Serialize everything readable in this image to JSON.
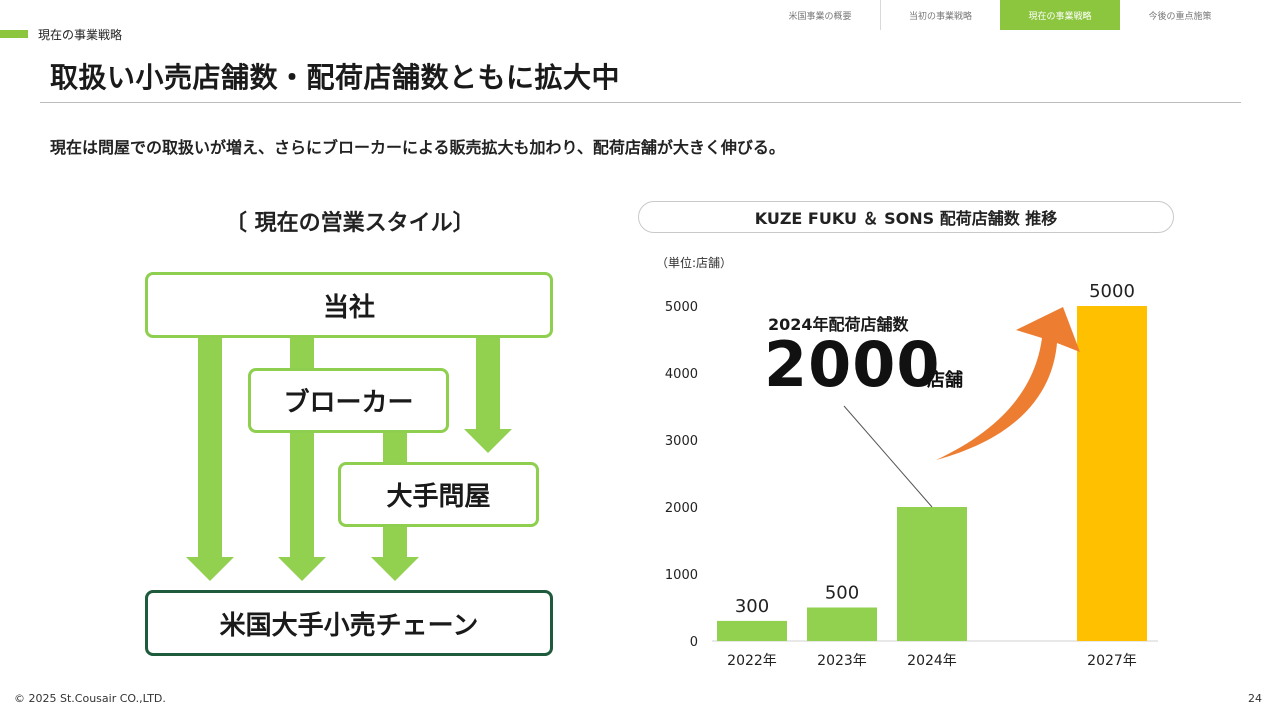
{
  "nav": {
    "tabs": [
      {
        "label": "米国事業の概要",
        "active": false
      },
      {
        "label": "当初の事業戦略",
        "active": false
      },
      {
        "label": "現在の事業戦略",
        "active": true
      },
      {
        "label": "今後の重点施策",
        "active": false
      }
    ]
  },
  "section_label": "現在の事業戦略",
  "page_title": "取扱い小売店舗数・配荷店舗数ともに拡大中",
  "lead_text": "現在は問屋での取扱いが増え、さらにブローカーによる販売拡大も加わり、配荷店舗が大きく伸びる。",
  "diagram": {
    "heading": "〔 現在の営業スタイル〕",
    "company": "当社",
    "broker": "ブローカー",
    "wholesaler": "大手問屋",
    "retailer": "米国大手小売チェーン",
    "arrow_color": "#92d050",
    "border_color": "#8ecf4f",
    "retailer_border_color": "#1e5a3c"
  },
  "chart_header": "KUZE FUKU ＆ SONS 配荷店舗数 推移",
  "callout": {
    "title": "2024年配荷店舗数",
    "value": "2000",
    "unit": "店舗"
  },
  "chart_data": {
    "type": "bar",
    "unit_label": "（単位:店舗）",
    "categories": [
      "2022年",
      "2023年",
      "2024年",
      "2027年"
    ],
    "values": [
      300,
      500,
      2000,
      5000
    ],
    "data_labels": [
      "300",
      "500",
      "",
      "5000"
    ],
    "bar_colors": [
      "#92d050",
      "#92d050",
      "#92d050",
      "#ffc000"
    ],
    "ylim": [
      0,
      5000
    ],
    "yticks": [
      0,
      1000,
      2000,
      3000,
      4000,
      5000
    ],
    "grid": false,
    "arrow_color": "#ed7d31"
  },
  "footer": {
    "copyright": "© 2025 St.Cousair CO.,LTD.",
    "page_number": "24"
  }
}
